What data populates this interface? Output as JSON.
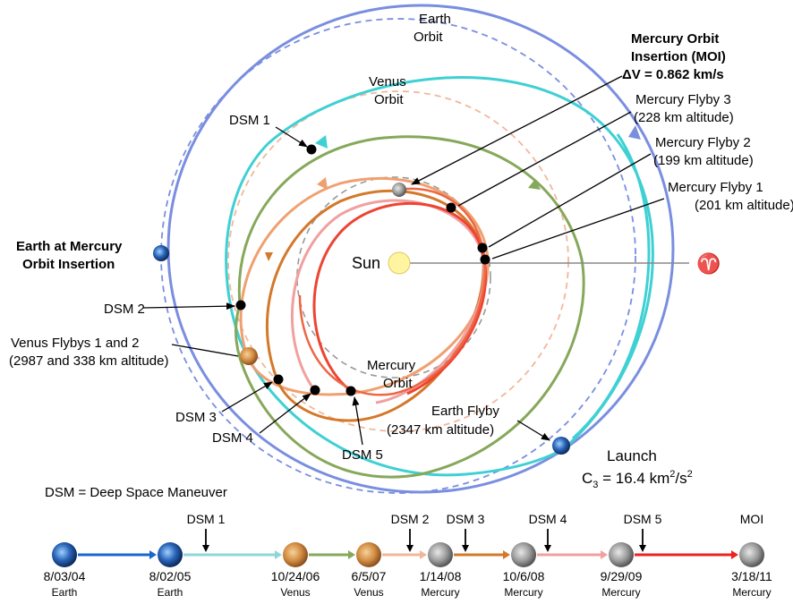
{
  "orbit_labels": {
    "earth": [
      "Earth",
      "Orbit"
    ],
    "venus": [
      "Venus",
      "Orbit"
    ],
    "mercury": [
      "Mercury",
      "Orbit"
    ],
    "sun": "Sun",
    "vernal": "♈"
  },
  "moi": {
    "title1": "Mercury Orbit",
    "title2": "Insertion (MOI)",
    "dv": "ΔV = 0.862 km/s"
  },
  "flybys": {
    "mf3": [
      "Mercury Flyby 3",
      "(228 km altitude)"
    ],
    "mf2": [
      "Mercury Flyby 2",
      "(199 km altitude)"
    ],
    "mf1": [
      "Mercury Flyby 1",
      "(201 km altitude)"
    ],
    "venus": [
      "Venus Flybys 1 and 2",
      "(2987 and 338 km altitude)"
    ],
    "earth": [
      "Earth Flyby",
      "(2347 km altitude)"
    ]
  },
  "earth_moi": [
    "Earth at Mercury",
    "Orbit Insertion"
  ],
  "launch": {
    "label": "Launch",
    "c3_prefix": "C",
    "c3_sub": "3",
    "c3_value": " = 16.4 km",
    "c3_exp": "2",
    "c3_unit": "/s",
    "c3_exp2": "2"
  },
  "dsm_labels": {
    "dsm1": "DSM 1",
    "dsm2": "DSM 2",
    "dsm3": "DSM 3",
    "dsm4": "DSM 4",
    "dsm5": "DSM 5"
  },
  "legend": "DSM = Deep Space Maneuver",
  "timeline": {
    "events": [
      {
        "date": "8/03/04",
        "body": "Earth"
      },
      {
        "date": "8/02/05",
        "body": "Earth"
      },
      {
        "date": "10/24/06",
        "body": "Venus"
      },
      {
        "date": "6/5/07",
        "body": "Venus"
      },
      {
        "date": "1/14/08",
        "body": "Mercury"
      },
      {
        "date": "10/6/08",
        "body": "Mercury"
      },
      {
        "date": "9/29/09",
        "body": "Mercury"
      },
      {
        "date": "3/18/11",
        "body": "Mercury"
      }
    ],
    "markers": [
      "DSM 1",
      "DSM 2",
      "DSM 3",
      "DSM 4",
      "DSM 5",
      "MOI"
    ]
  },
  "colors": {
    "earth_orbit": "#7a8ee0",
    "venus_orbit": "#f2b79a",
    "mercury_orbit": "#999999",
    "cyan": "#3fd0d4",
    "green": "#86a85a",
    "orange": "#f0a070",
    "rust": "#d4782a",
    "pink": "#f0a0a0",
    "red": "#ee4433",
    "sun": "#fff5a0"
  }
}
